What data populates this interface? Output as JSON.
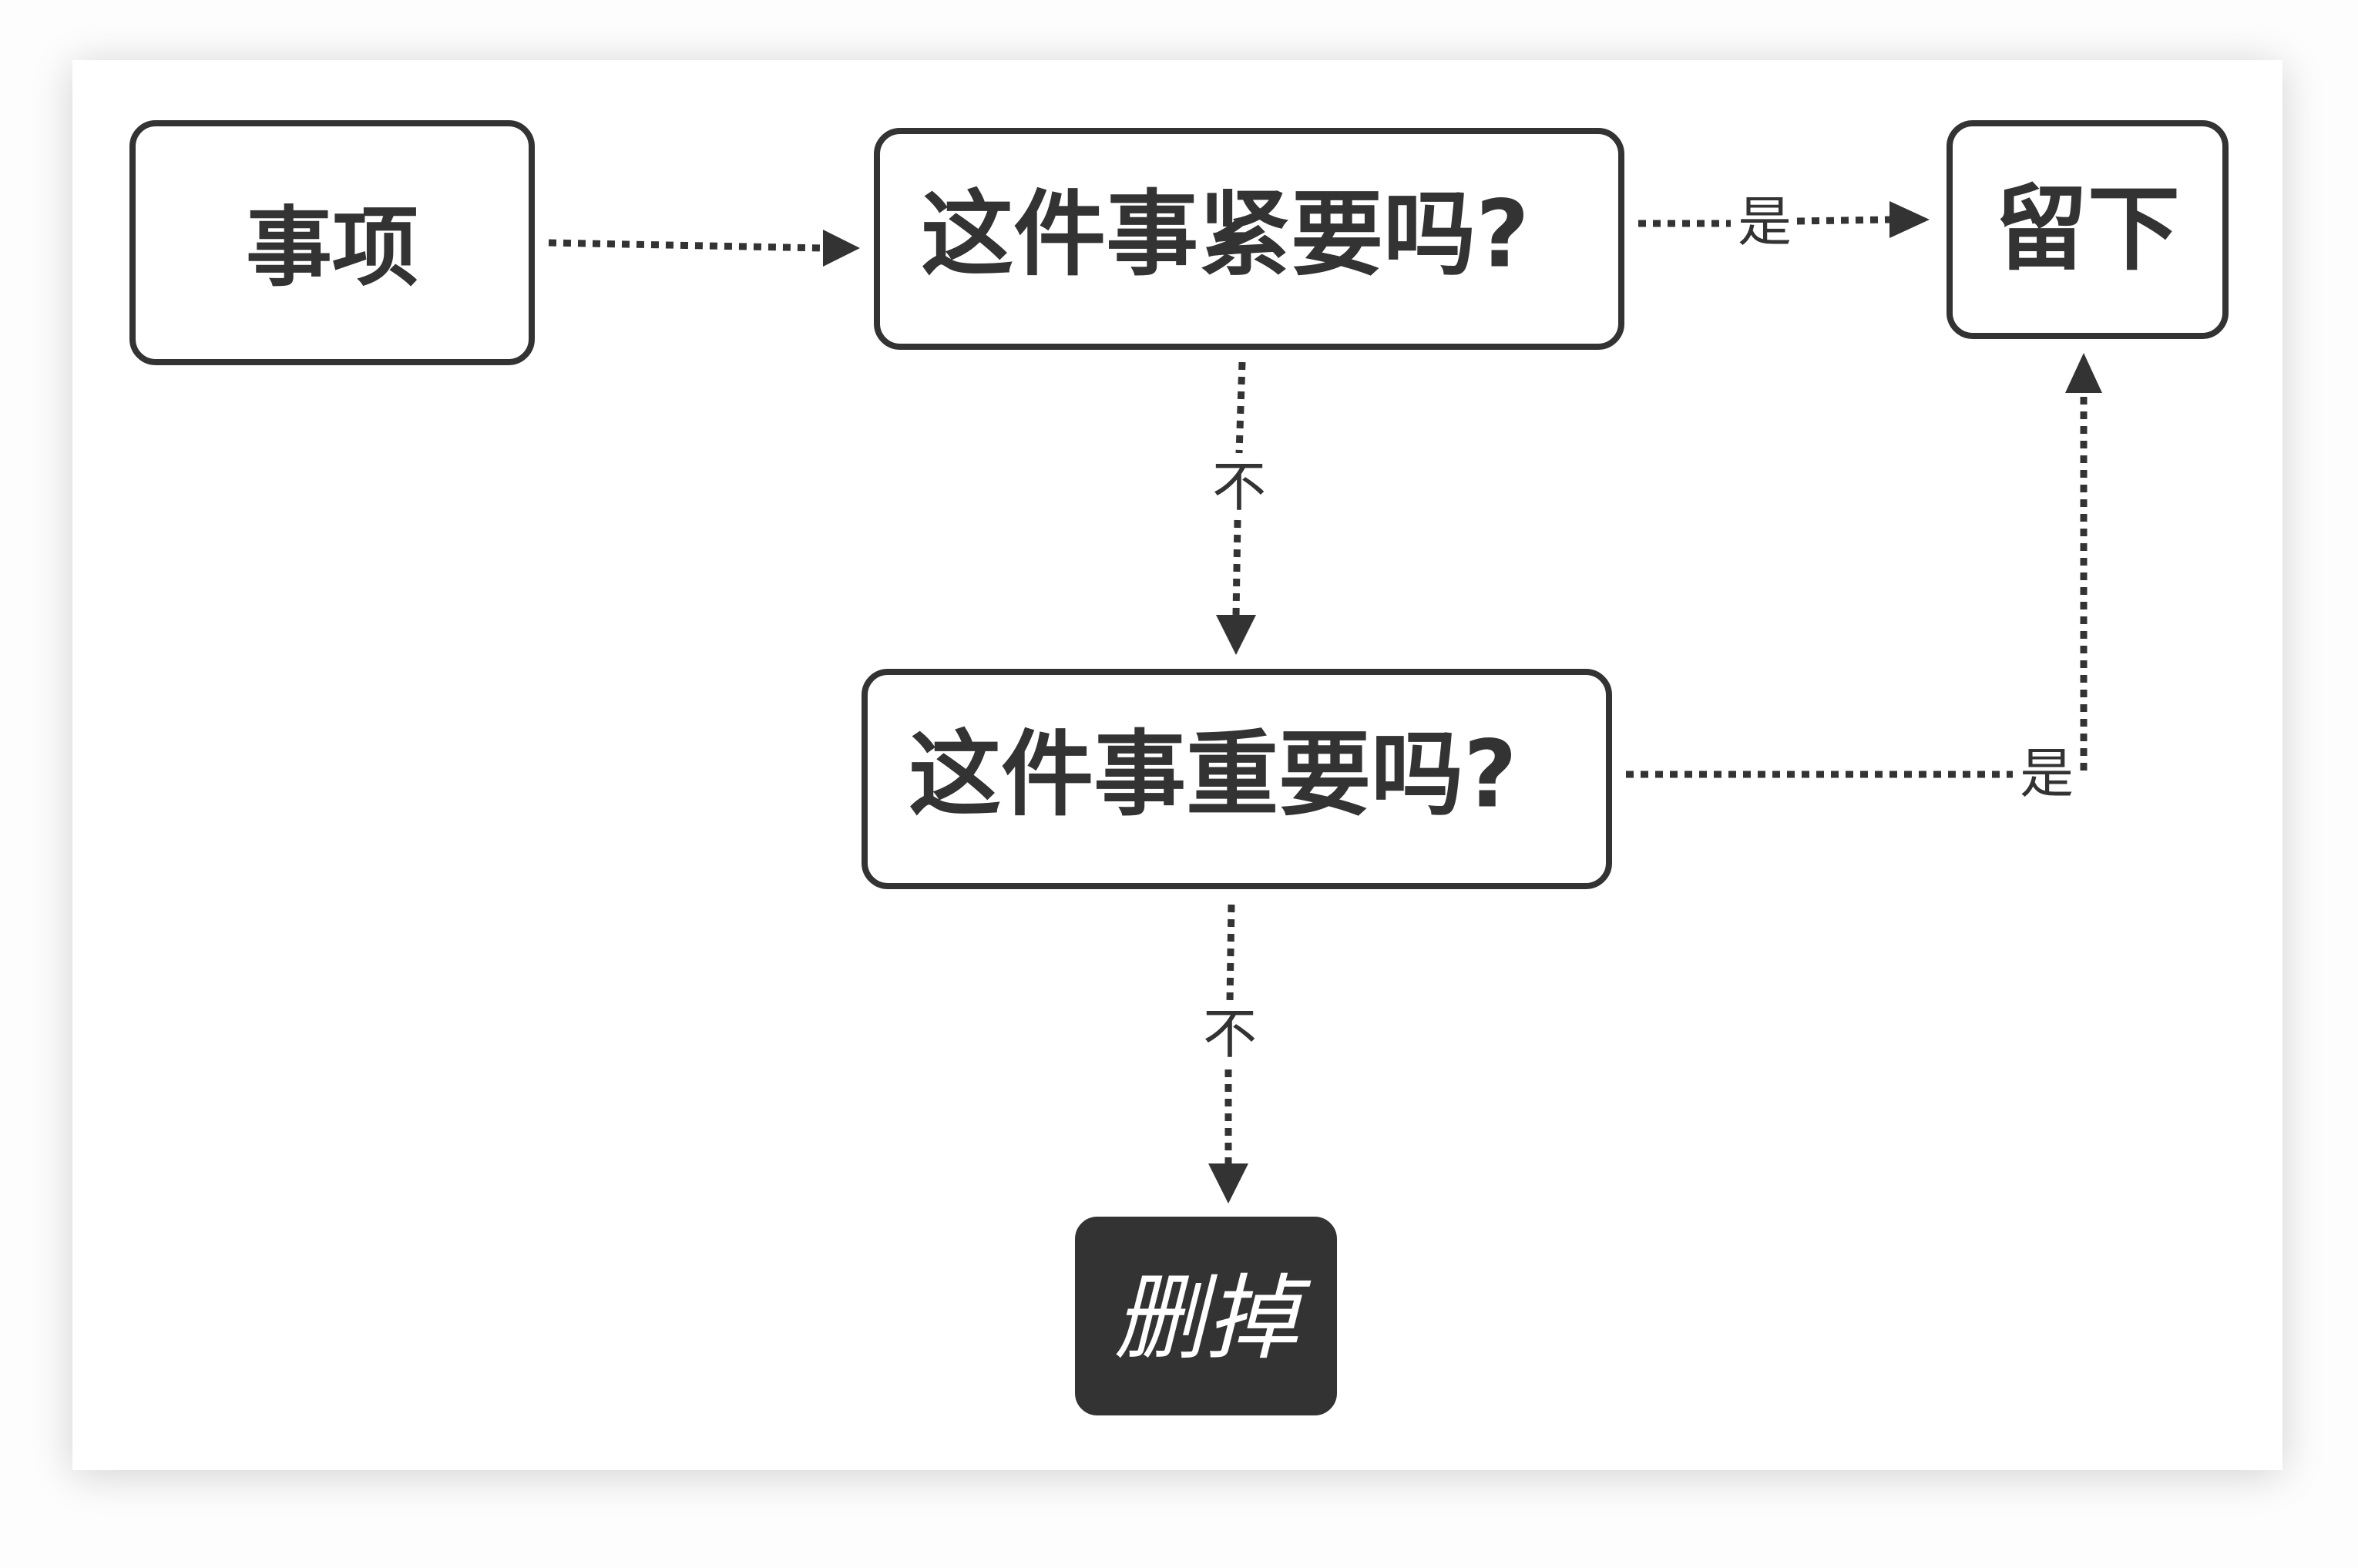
{
  "diagram": {
    "nodes": {
      "item": {
        "label": "事项"
      },
      "urgent": {
        "label": "这件事紧要吗?"
      },
      "keep": {
        "label": "留下"
      },
      "important": {
        "label": "这件事重要吗?"
      },
      "delete": {
        "label": "删掉"
      }
    },
    "edges": {
      "urgent_yes": {
        "label": "是"
      },
      "urgent_no": {
        "label": "不"
      },
      "important_yes": {
        "label": "是"
      },
      "important_no": {
        "label": "不"
      }
    }
  },
  "colors": {
    "stroke": "#333333",
    "node_fill": "#ffffff",
    "terminal_fill": "#333333",
    "terminal_text": "#ffffff",
    "card": "#ffffff"
  }
}
